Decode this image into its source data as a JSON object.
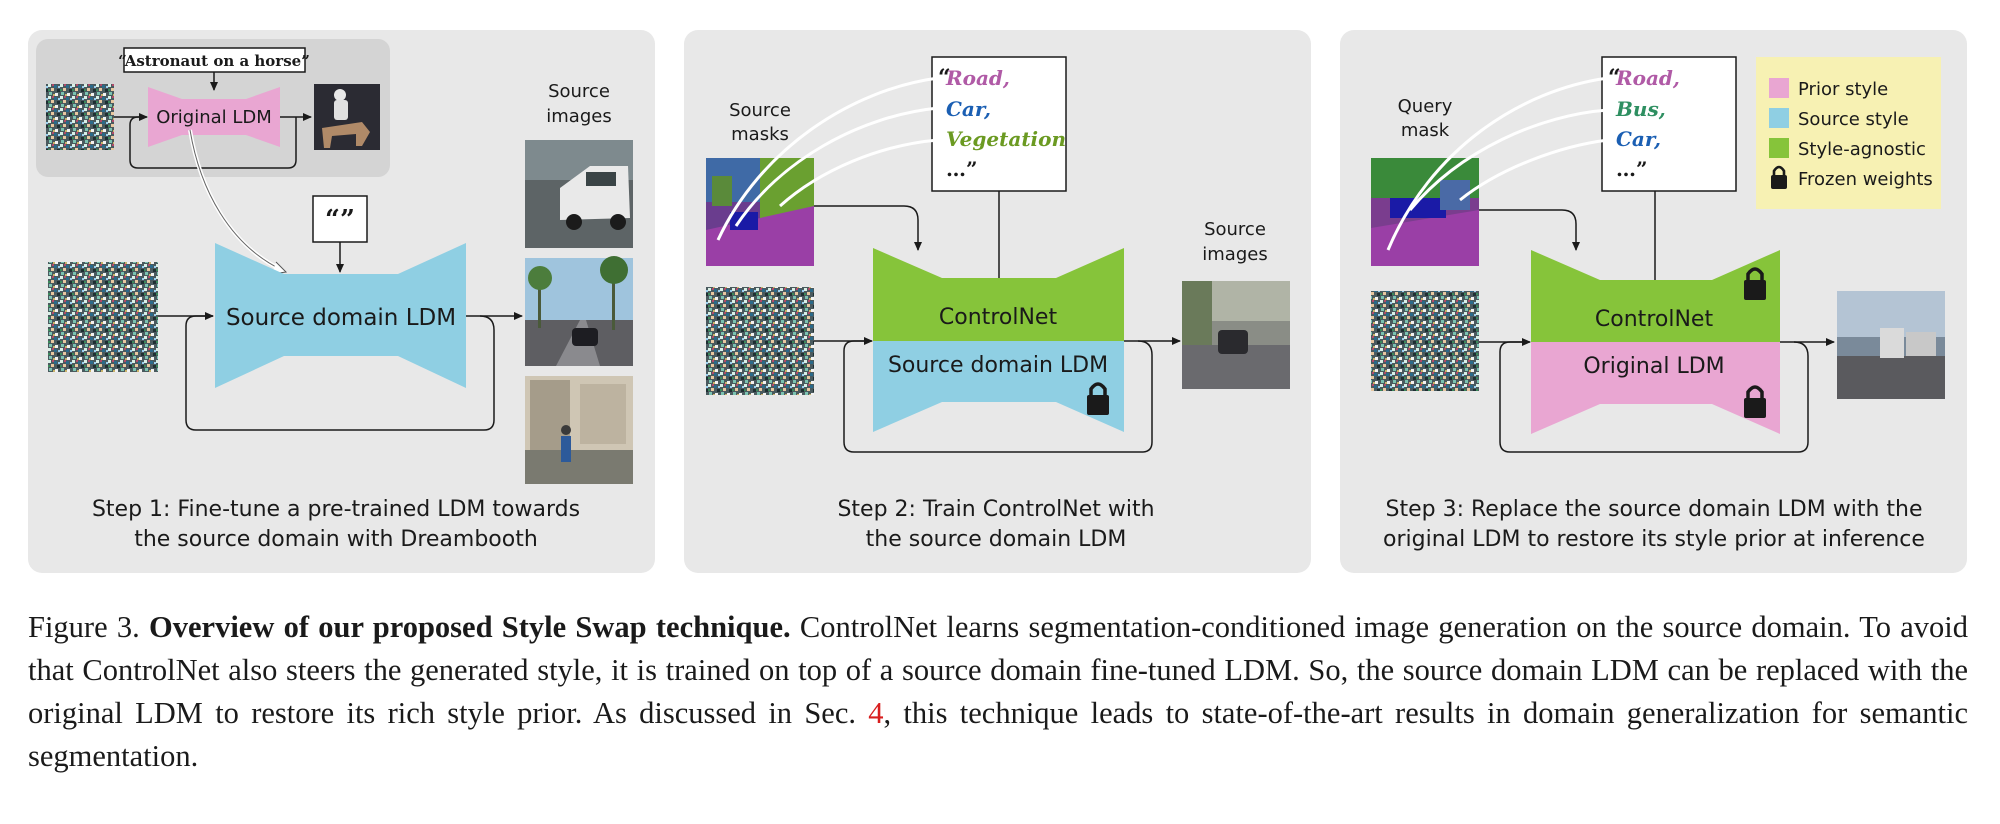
{
  "colors": {
    "panel_bg": "#e8e8e8",
    "inner_bg": "#d4d4d4",
    "prior_style": "#e9a6d2",
    "source_style": "#8fcfe3",
    "style_agnostic": "#86c43a",
    "legend_bg": "#f7f1b3",
    "road_label": "#b05aa6",
    "car_label": "#1b5fb3",
    "vegetation_label": "#6b9a22",
    "bus_label": "#2e8f61",
    "ref_link": "#d81e1e"
  },
  "step1": {
    "prompt": "“Astronaut on a horse”",
    "original_ldm": "Original LDM",
    "source_images_label": [
      "Source",
      "images"
    ],
    "empty_prompt": "“”",
    "source_domain_ldm": "Source domain LDM",
    "caption": [
      "Step 1: Fine-tune a pre-trained LDM towards",
      "the source domain with Dreambooth"
    ]
  },
  "step2": {
    "source_masks_label": [
      "Source",
      "masks"
    ],
    "prompt_open": "“",
    "prompt_items": [
      "Road,",
      "Car,",
      "Vegetation"
    ],
    "prompt_close": "…”",
    "controlnet": "ControlNet",
    "source_domain_ldm": "Source domain LDM",
    "source_images_label": [
      "Source",
      "images"
    ],
    "caption": [
      "Step 2: Train ControlNet with",
      "the source domain LDM"
    ]
  },
  "step3": {
    "query_mask_label": [
      "Query",
      "mask"
    ],
    "prompt_open": "“",
    "prompt_items": [
      "Road,",
      "Bus,",
      "Car,"
    ],
    "prompt_close": "…”",
    "controlnet": "ControlNet",
    "original_ldm": "Original LDM",
    "caption": [
      "Step 3: Replace the source domain LDM with the",
      "original LDM to restore its style prior at inference"
    ]
  },
  "legend": {
    "items": [
      {
        "label": "Prior style",
        "color": "#e9a6d2"
      },
      {
        "label": "Source style",
        "color": "#8fcfe3"
      },
      {
        "label": "Style-agnostic",
        "color": "#86c43a"
      },
      {
        "label": "Frozen weights",
        "icon": "lock-icon"
      }
    ]
  },
  "caption": {
    "prefix": "Figure 3. ",
    "title": "Overview of our proposed Style Swap technique.",
    "body_1": " ControlNet learns segmentation-conditioned image generation on the source domain. To avoid that ControlNet also steers the generated style, it is trained on top of a source domain fine-tuned LDM. So, the source domain LDM can be replaced with the original LDM to restore its rich style prior. As discussed in Sec. ",
    "ref": "4",
    "body_2": ", this technique leads to state-of-the-art results in domain generalization for semantic segmentation."
  }
}
